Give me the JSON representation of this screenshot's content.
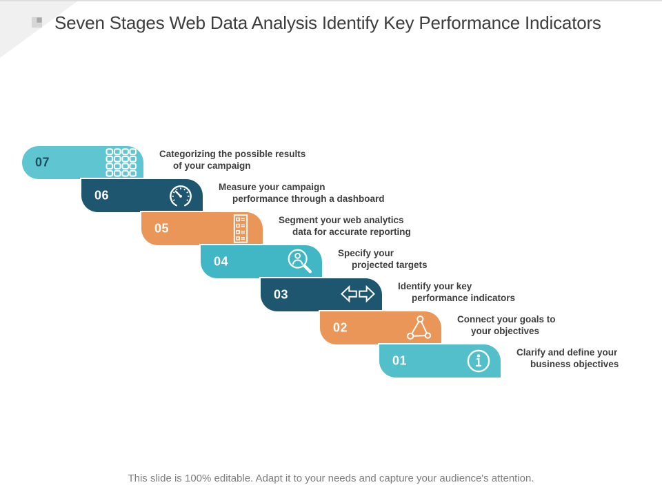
{
  "slide": {
    "title": "Seven Stages Web Data Analysis Identify Key Performance Indicators",
    "footer": "This slide is 100% editable. Adapt it to your needs and capture your audience's attention."
  },
  "colors": {
    "teal_light": "#5fc6d1",
    "teal_medium": "#41b6c5",
    "teal_soft": "#52bfca",
    "navy": "#1d566e",
    "orange": "#ea9659",
    "number_dark": "#1d4d62",
    "label_text": "#3d3d3d",
    "footer_text": "#7d7d7d",
    "corner_gray": "#f0f0f0"
  },
  "stages": [
    {
      "number": "07",
      "line1": "Categorizing the possible results",
      "line2": "of your campaign",
      "icon": "grid-icon",
      "color": "#5fc6d1"
    },
    {
      "number": "06",
      "line1": "Measure your campaign",
      "line2": "performance through a dashboard",
      "icon": "gauge-icon",
      "color": "#1d566e"
    },
    {
      "number": "05",
      "line1": "Segment your web analytics",
      "line2": "data for accurate reporting",
      "icon": "checklist-icon",
      "color": "#ea9659"
    },
    {
      "number": "04",
      "line1": "Specify your",
      "line2": "projected targets",
      "icon": "search-person-icon",
      "color": "#41b6c5"
    },
    {
      "number": "03",
      "line1": "Identify your key",
      "line2": "performance indicators",
      "icon": "left-right-arrows-icon",
      "color": "#1d566e"
    },
    {
      "number": "02",
      "line1": "Connect your goals to",
      "line2": "your objectives",
      "icon": "network-triangle-icon",
      "color": "#ea9659"
    },
    {
      "number": "01",
      "line1": "Clarify and define your",
      "line2": "business objectives",
      "icon": "info-icon",
      "color": "#52bfca"
    }
  ]
}
